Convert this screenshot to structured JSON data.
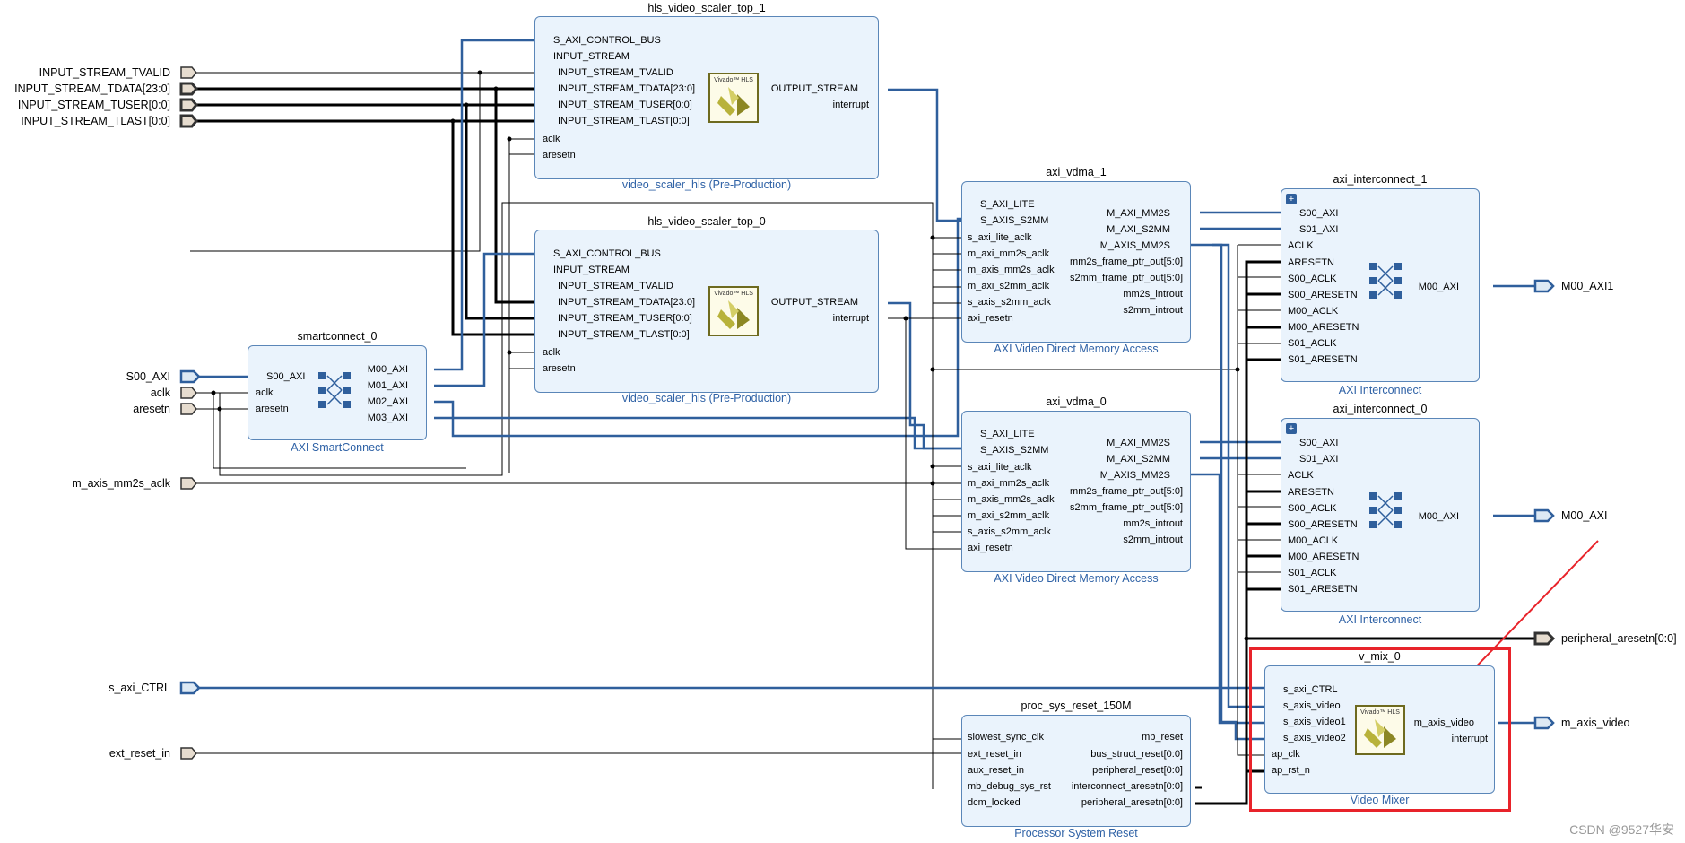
{
  "external_ports": {
    "left": [
      "INPUT_STREAM_TVALID",
      "INPUT_STREAM_TDATA[23:0]",
      "INPUT_STREAM_TUSER[0:0]",
      "INPUT_STREAM_TLAST[0:0]",
      "S00_AXI",
      "aclk",
      "aresetn",
      "m_axis_mm2s_aclk",
      "s_axi_CTRL",
      "ext_reset_in"
    ],
    "right": [
      "M00_AXI1",
      "M00_AXI",
      "peripheral_aresetn[0:0]",
      "m_axis_video"
    ]
  },
  "blocks": {
    "scaler1": {
      "title": "hls_video_scaler_top_1",
      "subtitle": "video_scaler_hls (Pre-Production)",
      "inputs": [
        "S_AXI_CONTROL_BUS",
        "INPUT_STREAM",
        "INPUT_STREAM_TVALID",
        "INPUT_STREAM_TDATA[23:0]",
        "INPUT_STREAM_TUSER[0:0]",
        "INPUT_STREAM_TLAST[0:0]",
        "aclk",
        "aresetn"
      ],
      "outputs": [
        "OUTPUT_STREAM",
        "interrupt"
      ],
      "logo": "Vivado™ HLS"
    },
    "scaler0": {
      "title": "hls_video_scaler_top_0",
      "subtitle": "video_scaler_hls (Pre-Production)",
      "inputs": [
        "S_AXI_CONTROL_BUS",
        "INPUT_STREAM",
        "INPUT_STREAM_TVALID",
        "INPUT_STREAM_TDATA[23:0]",
        "INPUT_STREAM_TUSER[0:0]",
        "INPUT_STREAM_TLAST[0:0]",
        "aclk",
        "aresetn"
      ],
      "outputs": [
        "OUTPUT_STREAM",
        "interrupt"
      ],
      "logo": "Vivado™ HLS"
    },
    "smartconnect": {
      "title": "smartconnect_0",
      "subtitle": "AXI SmartConnect",
      "inputs": [
        "S00_AXI",
        "aclk",
        "aresetn"
      ],
      "outputs": [
        "M00_AXI",
        "M01_AXI",
        "M02_AXI",
        "M03_AXI"
      ]
    },
    "vdma1": {
      "title": "axi_vdma_1",
      "subtitle": "AXI Video Direct Memory Access",
      "inputs": [
        "S_AXI_LITE",
        "S_AXIS_S2MM",
        "s_axi_lite_aclk",
        "m_axi_mm2s_aclk",
        "m_axis_mm2s_aclk",
        "m_axi_s2mm_aclk",
        "s_axis_s2mm_aclk",
        "axi_resetn"
      ],
      "outputs": [
        "M_AXI_MM2S",
        "M_AXI_S2MM",
        "M_AXIS_MM2S",
        "mm2s_frame_ptr_out[5:0]",
        "s2mm_frame_ptr_out[5:0]",
        "mm2s_introut",
        "s2mm_introut"
      ]
    },
    "vdma0": {
      "title": "axi_vdma_0",
      "subtitle": "AXI Video Direct Memory Access",
      "inputs": [
        "S_AXI_LITE",
        "S_AXIS_S2MM",
        "s_axi_lite_aclk",
        "m_axi_mm2s_aclk",
        "m_axis_mm2s_aclk",
        "m_axi_s2mm_aclk",
        "s_axis_s2mm_aclk",
        "axi_resetn"
      ],
      "outputs": [
        "M_AXI_MM2S",
        "M_AXI_S2MM",
        "M_AXIS_MM2S",
        "mm2s_frame_ptr_out[5:0]",
        "s2mm_frame_ptr_out[5:0]",
        "mm2s_introut",
        "s2mm_introut"
      ]
    },
    "ic1": {
      "title": "axi_interconnect_1",
      "subtitle": "AXI Interconnect",
      "inputs": [
        "S00_AXI",
        "S01_AXI",
        "ACLK",
        "ARESETN",
        "S00_ACLK",
        "S00_ARESETN",
        "M00_ACLK",
        "M00_ARESETN",
        "S01_ACLK",
        "S01_ARESETN"
      ],
      "outputs": [
        "M00_AXI"
      ]
    },
    "ic0": {
      "title": "axi_interconnect_0",
      "subtitle": "AXI Interconnect",
      "inputs": [
        "S00_AXI",
        "S01_AXI",
        "ACLK",
        "ARESETN",
        "S00_ACLK",
        "S00_ARESETN",
        "M00_ACLK",
        "M00_ARESETN",
        "S01_ACLK",
        "S01_ARESETN"
      ],
      "outputs": [
        "M00_AXI"
      ]
    },
    "vmix": {
      "title": "v_mix_0",
      "subtitle": "Video Mixer",
      "inputs": [
        "s_axi_CTRL",
        "s_axis_video",
        "s_axis_video1",
        "s_axis_video2",
        "ap_clk",
        "ap_rst_n"
      ],
      "outputs": [
        "m_axis_video",
        "interrupt"
      ],
      "logo": "Vivado™ HLS"
    },
    "psr": {
      "title": "proc_sys_reset_150M",
      "subtitle": "Processor System Reset",
      "inputs": [
        "slowest_sync_clk",
        "ext_reset_in",
        "aux_reset_in",
        "mb_debug_sys_rst",
        "dcm_locked"
      ],
      "outputs": [
        "mb_reset",
        "bus_struct_reset[0:0]",
        "peripheral_reset[0:0]",
        "interconnect_aresetn[0:0]",
        "peripheral_aresetn[0:0]"
      ]
    }
  },
  "colors": {
    "bus": "#2f5f9c",
    "wire": "#000000",
    "highlight": "#e8232a",
    "block_fill": "#eaf3fc"
  },
  "watermark": "CSDN @9527华安"
}
